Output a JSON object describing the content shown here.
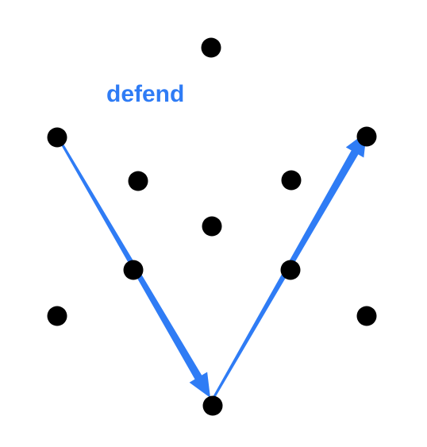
{
  "label": "defend",
  "colors": {
    "dot": "#000000",
    "arrow": "#2f7cf5",
    "label": "#2f7cf5"
  },
  "dots": [
    "dot-top",
    "dot-upper-left",
    "dot-upper-right",
    "dot-inner-left",
    "dot-inner-right",
    "dot-center",
    "dot-mid-left",
    "dot-mid-right",
    "dot-lower-left",
    "dot-lower-right",
    "dot-bottom"
  ],
  "arrows": [
    {
      "name": "arrow-to-bottom",
      "from": "dot-upper-left",
      "to": "dot-bottom"
    },
    {
      "name": "arrow-to-upper-right",
      "from": "dot-bottom",
      "to": "dot-upper-right"
    }
  ]
}
